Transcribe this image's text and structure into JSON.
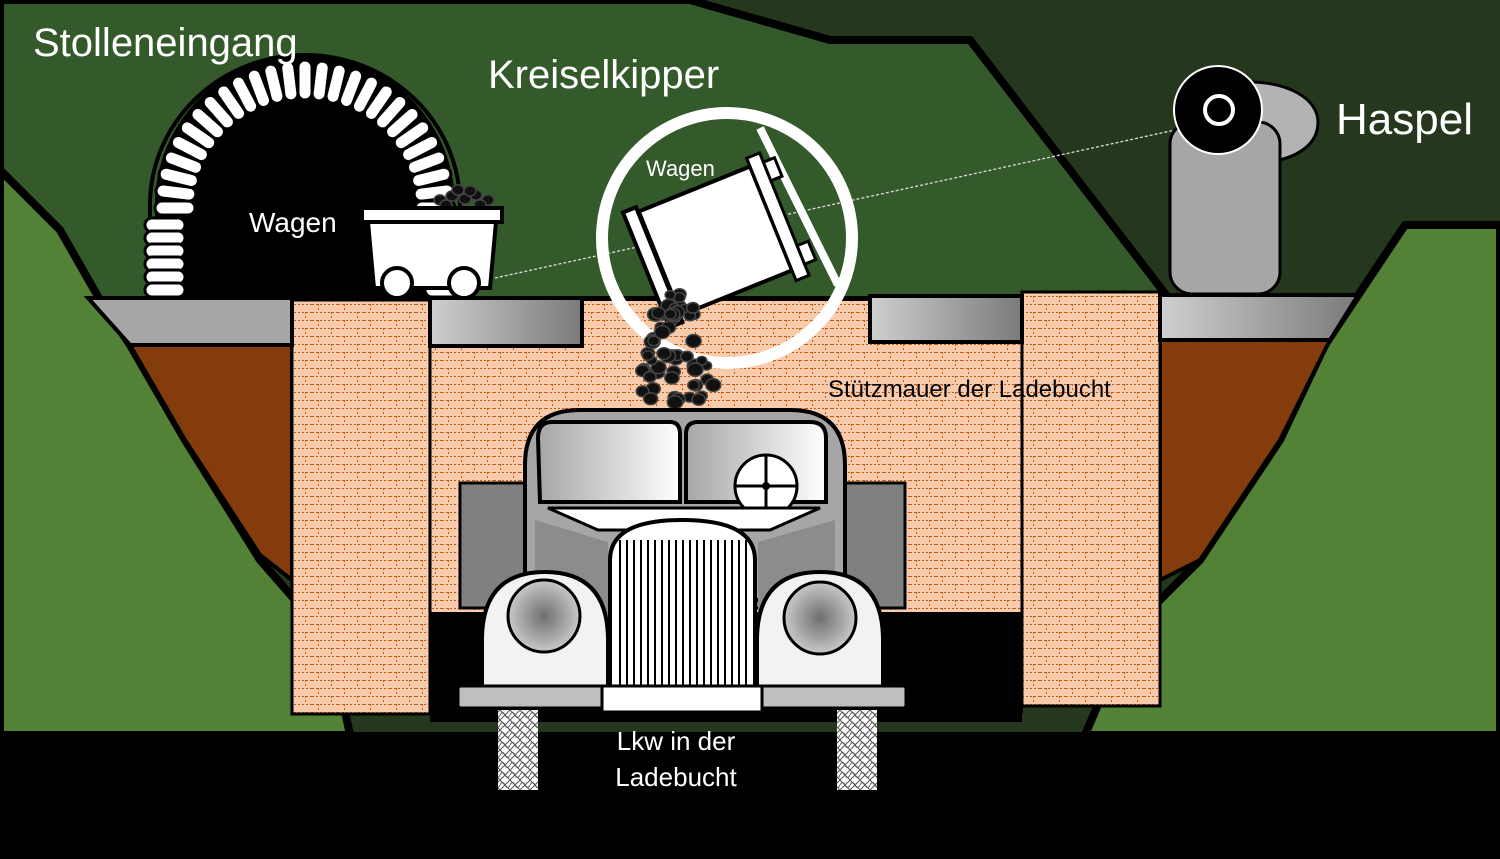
{
  "labels": {
    "tunnel_entrance": "Stolleneingang",
    "rotary_tipper": "Kreiselkipper",
    "winch": "Haspel",
    "cart_left": "Wagen",
    "cart_tipper": "Wagen",
    "retaining_wall": "Stützmauer der Ladebucht",
    "truck_line1": "Lkw in der",
    "truck_line2": "Ladebucht"
  },
  "colors": {
    "sky_dark": "#25381d",
    "hill_mid": "#34592a",
    "hill_light": "#538136",
    "soil": "#843c0c",
    "brick": "#f7cbac",
    "mortar": "#c55a11",
    "platform": "#a6a6a6",
    "text": "#ffffff",
    "outline": "#000000"
  }
}
